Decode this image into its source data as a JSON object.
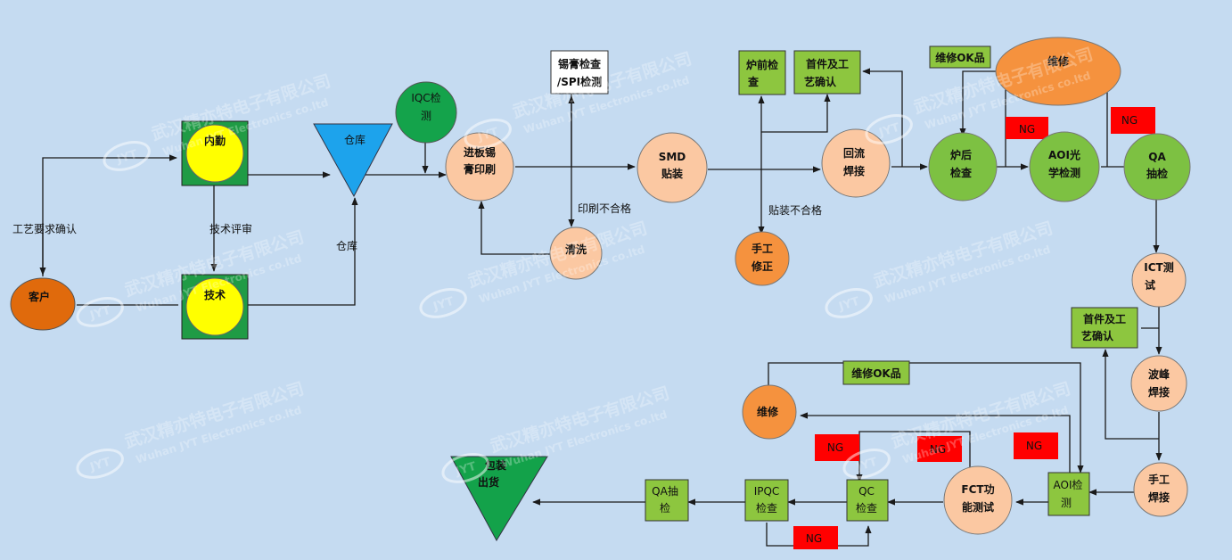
{
  "colors": {
    "background": "#c5dbf1",
    "green_box": "#8dc63f",
    "yellow_circle": "#ffff00",
    "peach_circle": "#fbc8a2",
    "green_circle": "#7dc142",
    "orange_circle": "#f5923e",
    "dark_orange": "#e06a0c",
    "cyan_triangle": "#1da3ec",
    "green_triangle": "#13a24a",
    "ng_red": "#ff0000"
  },
  "watermark": {
    "cn": "武汉精亦特电子有限公司",
    "en": "Wuhan JYT Electronics co.ltd",
    "logo": "JYT"
  },
  "nodes": {
    "neiqin": "内勤",
    "jishu": "技术",
    "kehu": "客户",
    "cangku": "仓库",
    "iqc": [
      "IQC检",
      "测"
    ],
    "jinban": [
      "进板锡",
      "膏印刷"
    ],
    "gaojiancha": [
      "锡膏检查",
      "/SPI检测"
    ],
    "qingxi": "清洗",
    "smd": [
      "SMD",
      "贴装"
    ],
    "luqian": [
      "炉前检",
      "查"
    ],
    "shoujian1": [
      "首件及工",
      "艺确认"
    ],
    "shougong_xiuzheng": [
      "手工",
      "修正"
    ],
    "huiliu": [
      "回流",
      "焊接"
    ],
    "weixiu_ok1": "维修OK品",
    "weixiu1": "维修",
    "luhou": [
      "炉后",
      "检查"
    ],
    "aoi_opt": [
      "AOI光",
      "学检测"
    ],
    "qa_top": [
      "QA",
      "抽检"
    ],
    "ict": [
      "ICT测",
      "试"
    ],
    "shoujian2": [
      "首件及工",
      "艺确认"
    ],
    "bofeng": [
      "波峰",
      "焊接"
    ],
    "shougong_hanjie": [
      "手工",
      "焊接"
    ],
    "aoi2": [
      "AOI检",
      "测"
    ],
    "fct": [
      "FCT功",
      "能测试"
    ],
    "qc": [
      "QC",
      "检查"
    ],
    "ipqc": [
      "IPQC",
      "检查"
    ],
    "qa_bottom": [
      "QA抽",
      "检"
    ],
    "baozhuang": [
      "包装",
      "出货"
    ],
    "weixiu2": "维修",
    "weixiu_ok2": "维修OK品"
  },
  "edge_labels": {
    "gongyi_queren": "工艺要求确认",
    "jishu_pingshen": "技术评审",
    "cangku_side": "仓库",
    "yinshua_bhg": "印刷不合格",
    "tiezhuang_bhg": "贴装不合格"
  },
  "ng": "NG"
}
